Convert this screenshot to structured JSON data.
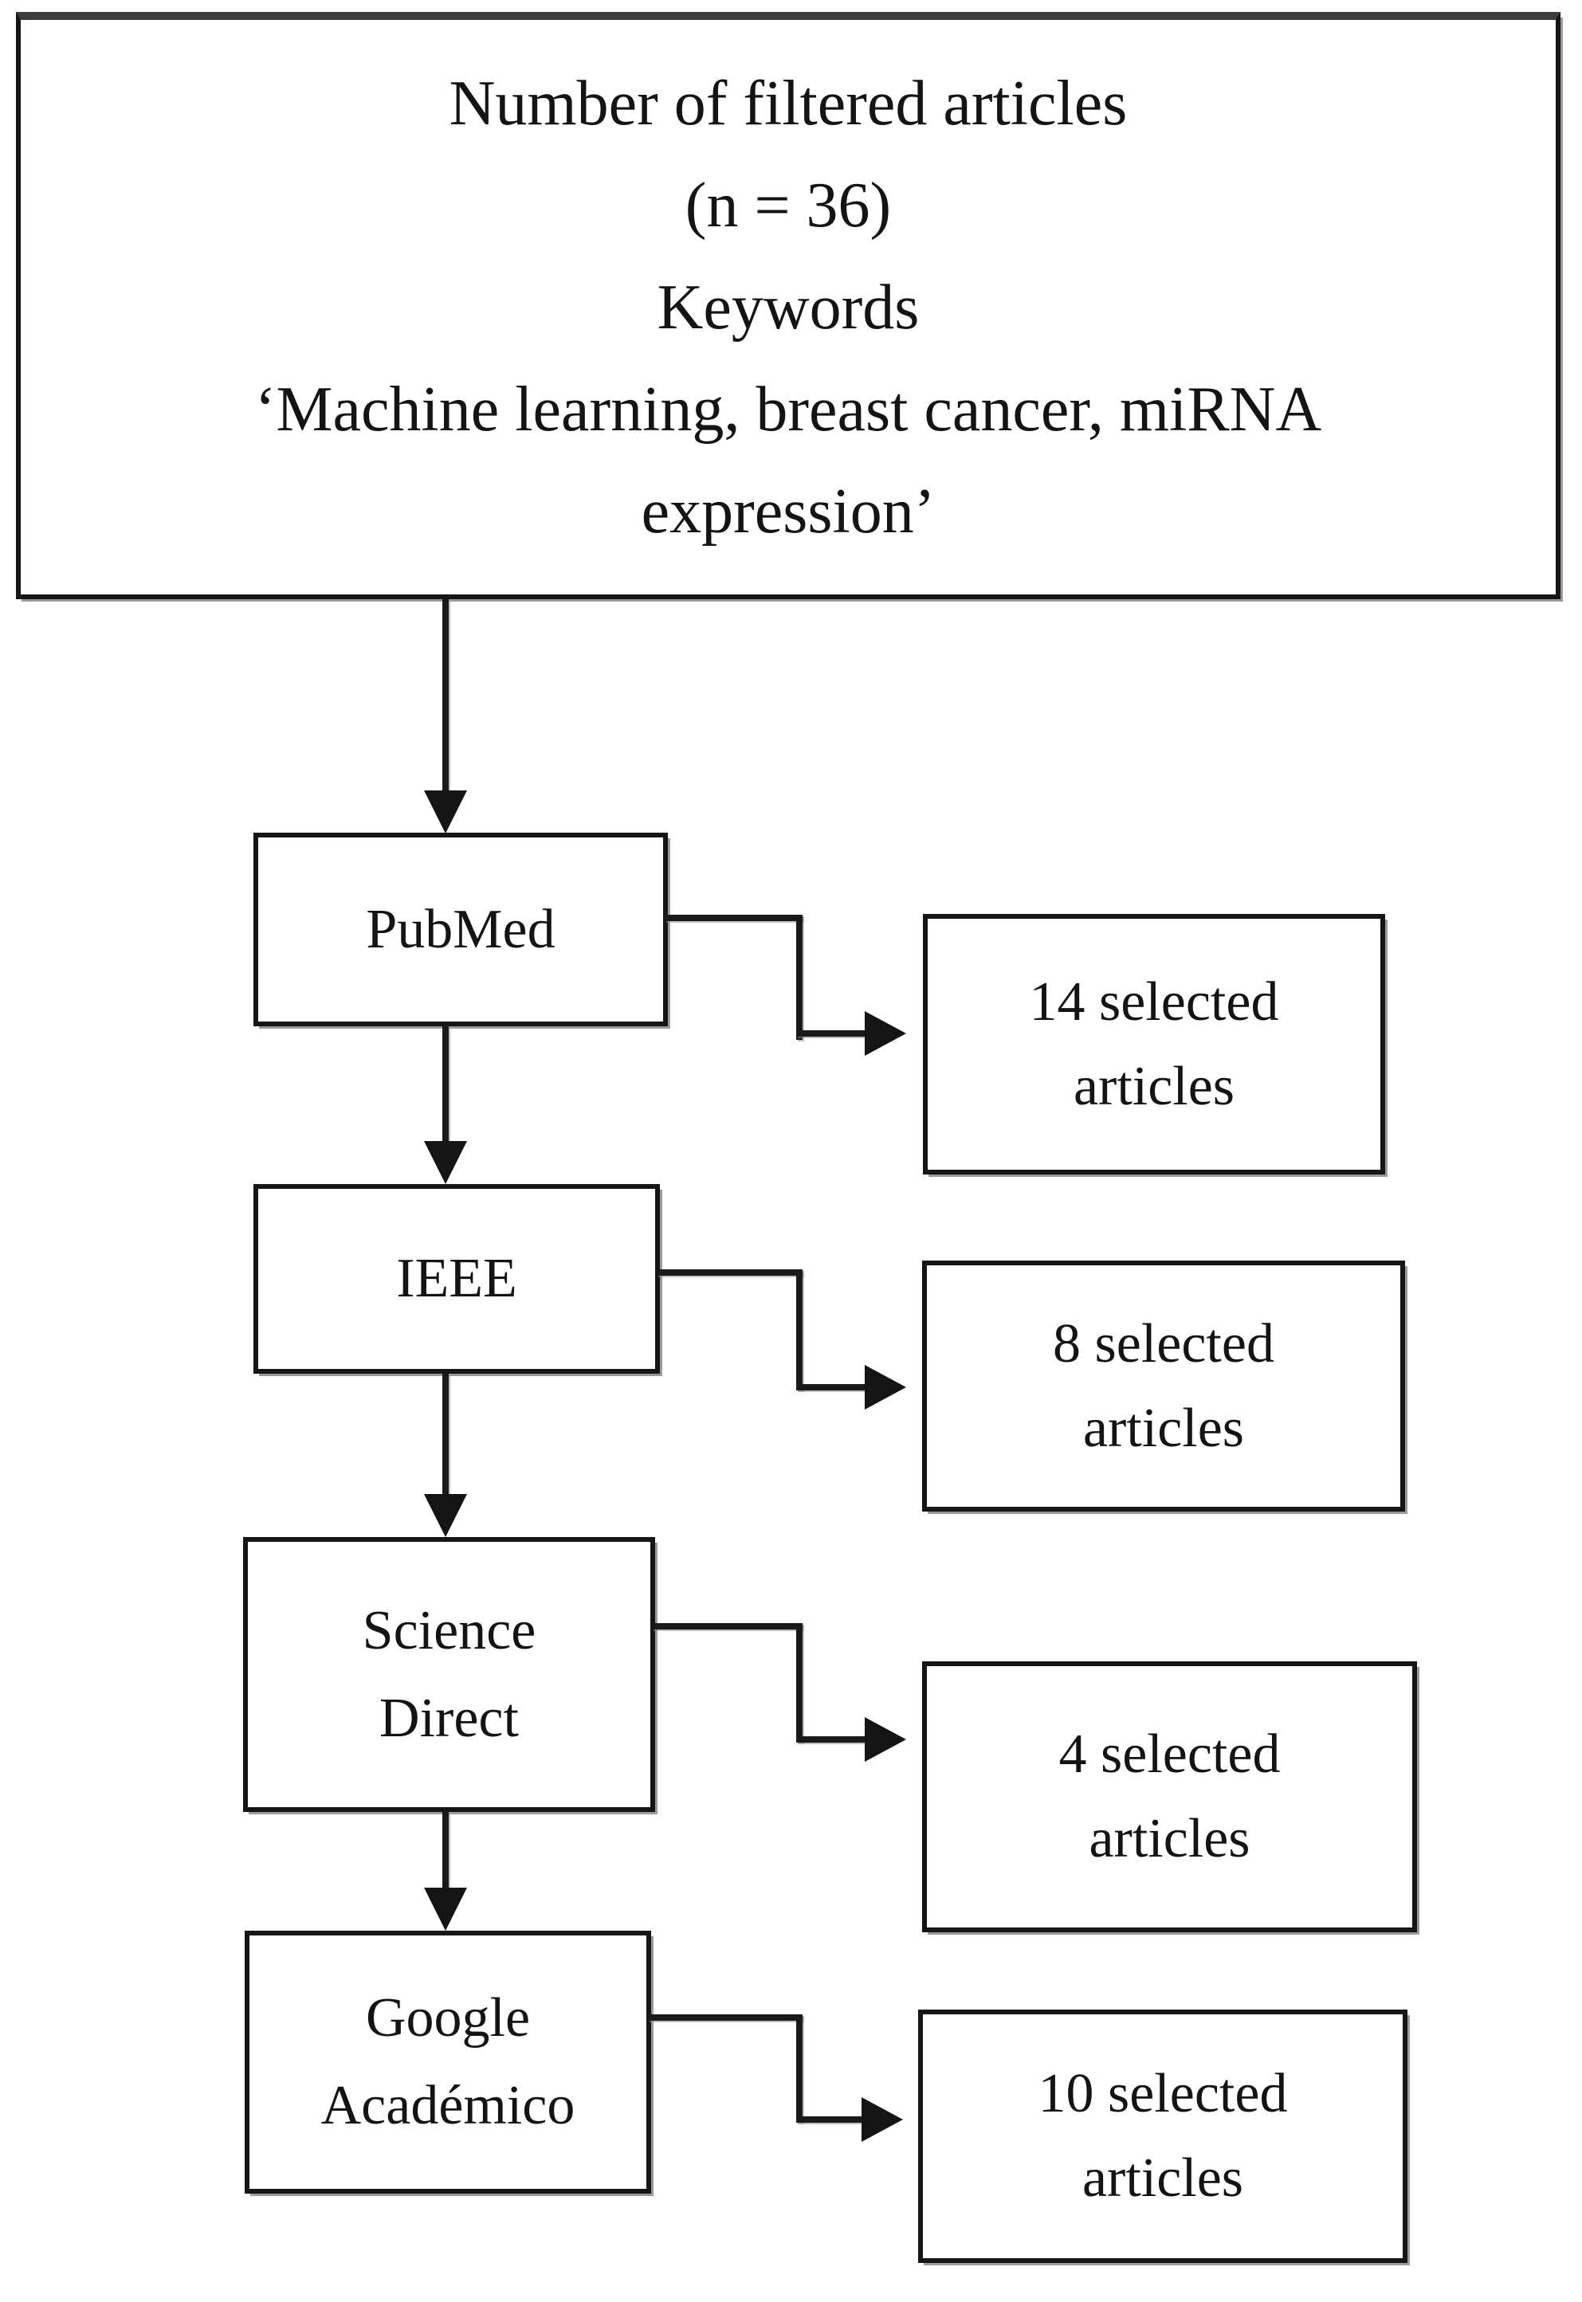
{
  "colors": {
    "ink": "#141414",
    "box_border": "#161616",
    "shadow": "#9b9b9b",
    "background": "#ffffff"
  },
  "filter_box": {
    "title": "Number of filtered articles",
    "count": "(n = 36)",
    "keywords_heading": "Keywords",
    "keywords_line1": "‘Machine learning, breast cancer, miRNA",
    "keywords_line2": "expression’"
  },
  "source_boxes": {
    "pubmed": {
      "label": "PubMed"
    },
    "ieee": {
      "label": "IEEE"
    },
    "sciencedirect": {
      "line1": "Science",
      "line2": "Direct"
    },
    "google": {
      "line1": "Google",
      "line2": "Académico"
    }
  },
  "result_boxes": {
    "pubmed": {
      "line1": "14 selected",
      "line2": "articles"
    },
    "ieee": {
      "line1": "8 selected",
      "line2": "articles"
    },
    "sciencedirect": {
      "line1": "4 selected",
      "line2": "articles"
    },
    "google": {
      "line1": "10 selected",
      "line2": "articles"
    }
  },
  "edges": [
    {
      "from": "Number of filtered articles",
      "to": "PubMed"
    },
    {
      "from": "PubMed",
      "to": "IEEE"
    },
    {
      "from": "IEEE",
      "to": "Science Direct"
    },
    {
      "from": "Science Direct",
      "to": "Google Académico"
    },
    {
      "from": "PubMed",
      "to": "14 selected articles"
    },
    {
      "from": "IEEE",
      "to": "8 selected articles"
    },
    {
      "from": "Science Direct",
      "to": "4 selected articles"
    },
    {
      "from": "Google Académico",
      "to": "10 selected articles"
    }
  ]
}
